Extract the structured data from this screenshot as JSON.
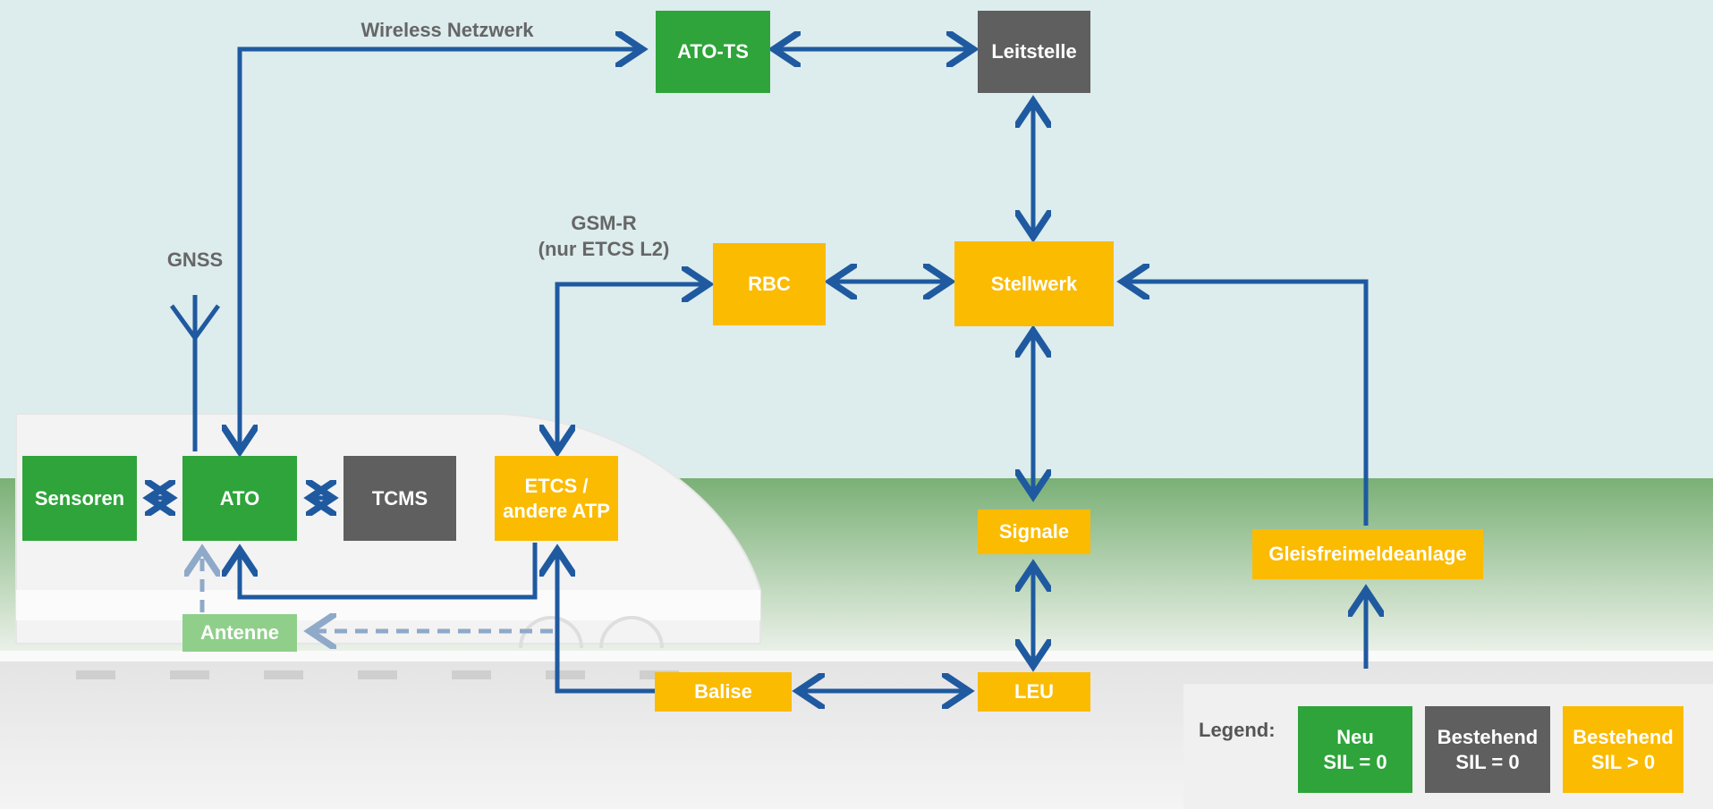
{
  "labels": {
    "wireless": "Wireless Netzwerk",
    "gnss": "GNSS",
    "gsmr_line1": "GSM-R",
    "gsmr_line2": "(nur ETCS L2)"
  },
  "boxes": {
    "ato_ts": "ATO-TS",
    "leitstelle": "Leitstelle",
    "rbc": "RBC",
    "stellwerk": "Stellwerk",
    "sensoren": "Sensoren",
    "ato": "ATO",
    "tcms": "TCMS",
    "etcs_line1": "ETCS /",
    "etcs_line2": "andere ATP",
    "antenne": "Antenne",
    "signale": "Signale",
    "gleisfreimeldeanlage": "Gleisfreimeldeanlage",
    "balise": "Balise",
    "leu": "LEU"
  },
  "legend": {
    "title": "Legend:",
    "items": [
      {
        "line1": "Neu",
        "line2": "SIL = 0",
        "color": "#2ea43a"
      },
      {
        "line1": "Bestehend",
        "line2": "SIL = 0",
        "color": "#5f5f5f"
      },
      {
        "line1": "Bestehend",
        "line2": "SIL > 0",
        "color": "#fbbb00"
      }
    ]
  },
  "colors": {
    "connector": "#1f5aa0",
    "dashed_connector": "#8fa9c9",
    "sky": "#ddeced",
    "grass": "#7ab076"
  }
}
